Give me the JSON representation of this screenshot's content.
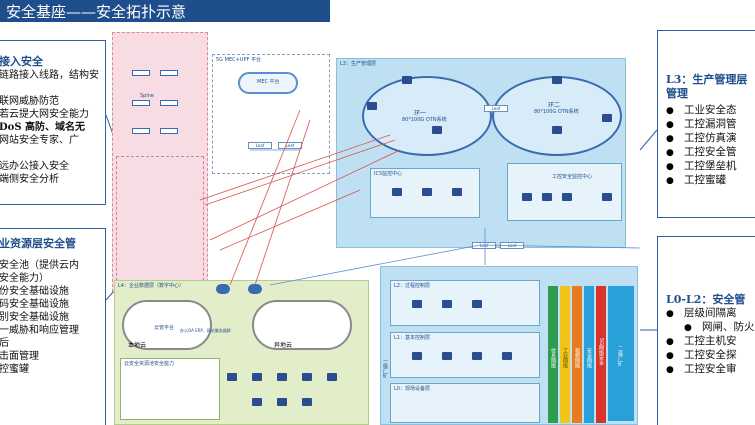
{
  "title": "安全基座——安全拓扑示意",
  "left_panel_top": {
    "heading": "接入安全",
    "lines": [
      "链路接入线路，结构安",
      "",
      "联网威胁防范",
      "若云提大网安全能力",
      "DoS 高防、域名无",
      "网站安全专家、广",
      "",
      "远办公接入安全",
      "端侧安全分析"
    ]
  },
  "left_panel_bottom": {
    "heading": "业资源层安全管",
    "lines": [
      "安全池（提供云内",
      "安全能力）",
      "份安全基础设施",
      "码安全基础设施",
      "别安全基础设施",
      "一威胁和响应管理",
      "后",
      "击面管理",
      "控蜜罐"
    ]
  },
  "right_panel_top": {
    "heading_line1": "L3：生产管理层",
    "heading_line2": "管理",
    "items": [
      "工业安全态",
      "工控漏洞管",
      "工控仿真演",
      "工控安全管",
      "工控堡垒机",
      "工控蜜罐"
    ]
  },
  "right_panel_bottom": {
    "heading": "L0-L2：安全管",
    "items": [
      "层级间隔离",
      "网闸、防火",
      "工控主机安",
      "工控安全探",
      "工控安全审"
    ]
  },
  "diagram": {
    "mec_label": "5G MEC+UPF 平台",
    "mec_cloud_label": "MEC 平台",
    "l3_label": "L3：生产管理层",
    "ring1_label": "环一",
    "ring1_sub": "80*100G OTN系统",
    "ring2_label": "环二",
    "ring2_sub": "80*100G OTN系统",
    "ics_label": "ICS监控中心",
    "ics_security_label": "工控安全监控中心",
    "l4_label": "L4：企业数据层（数字中心）",
    "local_cloud_label": "本地云",
    "remote_cloud_label": "异地云",
    "cloud_platform_label": "云管平台",
    "cloud_services_label": "办公OA ERP、网站服务器群",
    "cloud_security_label": "云安全资源池安全能力",
    "l2_label": "L2：过程控制层",
    "l1_label": "L1：基本控制层",
    "l0_label": "L0：现场设备层",
    "site_label_left": "一级厂矿",
    "site_label_right": "二级厂矿",
    "leaf_label": "Leaf",
    "spine_label": "Spine",
    "bars": [
      {
        "label": "信息网络",
        "color": "#2e9b4e"
      },
      {
        "label": "工业网络",
        "color": "#f0c419"
      },
      {
        "label": "视频网络",
        "color": "#e97b1f"
      },
      {
        "label": "安全网络",
        "color": "#2aa0d8"
      },
      {
        "label": "5G网络安全",
        "color": "#d9342b"
      }
    ]
  }
}
